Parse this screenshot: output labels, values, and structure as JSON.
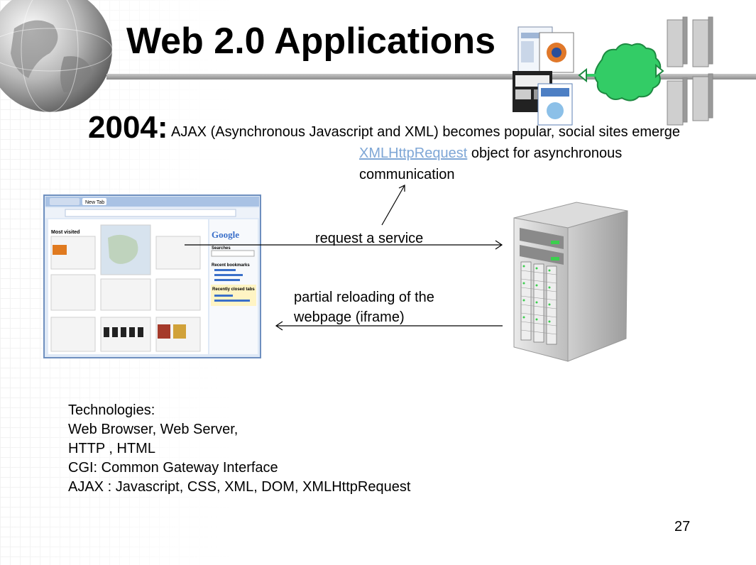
{
  "slide": {
    "title": "Web 2.0 Applications",
    "year": "2004:",
    "headline": " AJAX (Asynchronous Javascript and XML) becomes popular, social sites emerge",
    "xhr_link": "XMLHttpRequest",
    "xhr_text": " object for asynchronous communication",
    "request_label": "request a service",
    "response_label": "partial reloading of the webpage (iframe)",
    "technologies": [
      "Technologies:",
      "Web Browser, Web Server,",
      "HTTP , HTML",
      "CGI: Common Gateway Interface",
      "AJAX : Javascript, CSS, XML, DOM, XMLHttpRequest"
    ],
    "page_number": "27"
  },
  "browser_screenshot": {
    "tab_label": "New Tab",
    "logo_text": "Google",
    "section_labels": [
      "Most visited",
      "Searches",
      "Recent bookmarks",
      "Recently closed tabs"
    ]
  },
  "colors": {
    "link": "#7fa7d6",
    "cloud": "#33cc66",
    "title_band": "#9a9a9a"
  }
}
